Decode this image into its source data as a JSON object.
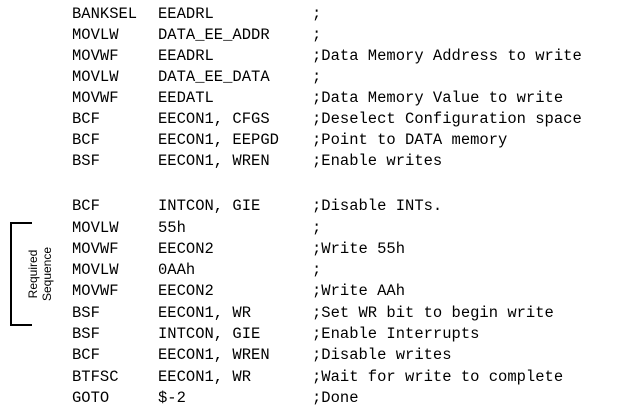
{
  "code_lines": [
    {
      "op": "BANKSEL",
      "arg": "EEADRL",
      "comment": ";"
    },
    {
      "op": "MOVLW",
      "arg": "DATA_EE_ADDR",
      "comment": ";"
    },
    {
      "op": "MOVWF",
      "arg": "EEADRL",
      "comment": ";Data Memory Address to write"
    },
    {
      "op": "MOVLW",
      "arg": "DATA_EE_DATA",
      "comment": ";"
    },
    {
      "op": "MOVWF",
      "arg": "EEDATL",
      "comment": ";Data Memory Value to write"
    },
    {
      "op": "BCF",
      "arg": "EECON1, CFGS",
      "comment": ";Deselect Configuration space"
    },
    {
      "op": "BCF",
      "arg": "EECON1, EEPGD",
      "comment": ";Point to DATA memory"
    },
    {
      "op": "BSF",
      "arg": "EECON1, WREN",
      "comment": ";Enable writes"
    },
    {
      "op": "",
      "arg": "",
      "comment": ""
    },
    {
      "op": "BCF",
      "arg": "INTCON, GIE",
      "comment": ";Disable INTs."
    },
    {
      "op": "MOVLW",
      "arg": "55h",
      "comment": ";"
    },
    {
      "op": "MOVWF",
      "arg": "EECON2",
      "comment": ";Write 55h"
    },
    {
      "op": "MOVLW",
      "arg": "0AAh",
      "comment": ";"
    },
    {
      "op": "MOVWF",
      "arg": "EECON2",
      "comment": ";Write AAh"
    },
    {
      "op": "BSF",
      "arg": "EECON1, WR",
      "comment": ";Set WR bit to begin write"
    },
    {
      "op": "BSF",
      "arg": "INTCON, GIE",
      "comment": ";Enable Interrupts"
    },
    {
      "op": "BCF",
      "arg": "EECON1, WREN",
      "comment": ";Disable writes"
    },
    {
      "op": "BTFSC",
      "arg": "EECON1, WR",
      "comment": ";Wait for write to complete"
    },
    {
      "op": "GOTO",
      "arg": "$-2",
      "comment": ";Done"
    }
  ],
  "bracket": {
    "line1": "Required",
    "line2": "Sequence"
  }
}
